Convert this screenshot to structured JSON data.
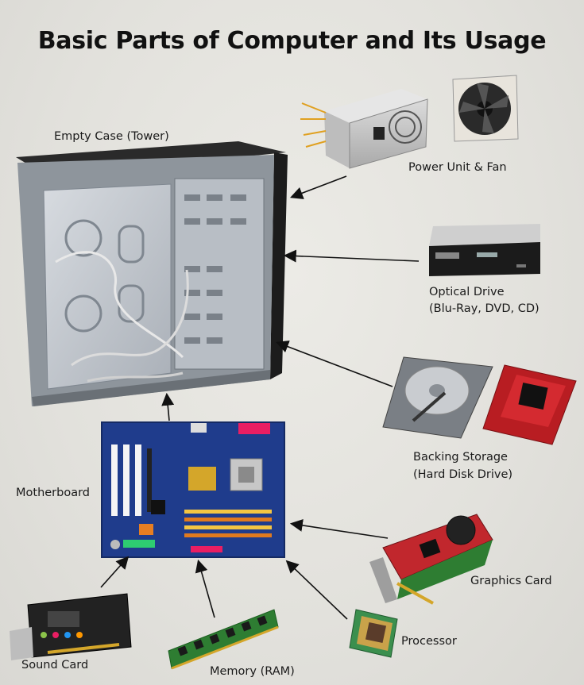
{
  "title": "Basic Parts of Computer and Its Usage",
  "components": {
    "case": {
      "label": "Empty Case (Tower)"
    },
    "power": {
      "label": "Power Unit & Fan"
    },
    "optical": {
      "label_line1": "Optical Drive",
      "label_line2": "(Blu-Ray, DVD, CD)"
    },
    "storage": {
      "label_line1": "Backing  Storage",
      "label_line2": "(Hard Disk Drive)"
    },
    "motherboard": {
      "label": "Motherboard"
    },
    "graphics": {
      "label": "Graphics Card"
    },
    "processor": {
      "label": "Processor"
    },
    "memory": {
      "label": "Memory (RAM)"
    },
    "sound": {
      "label": "Sound Card"
    }
  },
  "colors": {
    "background": "#e4e3de",
    "pcb_blue": "#1f3c8c",
    "graphics_red": "#c1272d",
    "ssd_red": "#b81d22",
    "ram_green": "#2e7d32"
  }
}
